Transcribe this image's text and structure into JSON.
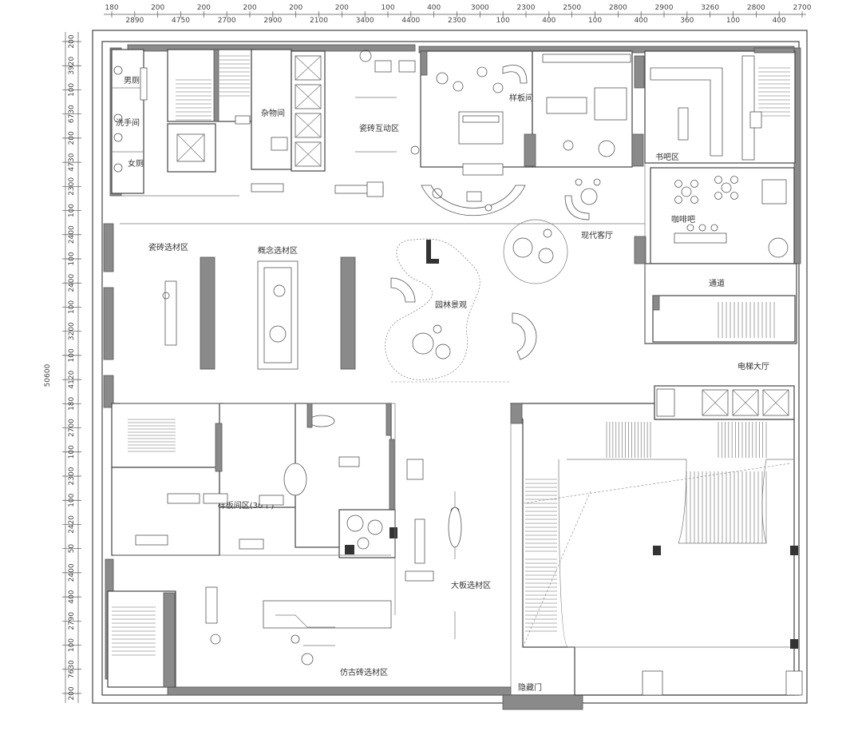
{
  "dimensions": {
    "top_row": [
      "180",
      "2890",
      "200",
      "4750",
      "200",
      "2700",
      "200",
      "2900",
      "200",
      "2100",
      "200",
      "3400",
      "100",
      "4400",
      "400",
      "2300",
      "3000",
      "100",
      "2300",
      "400",
      "2500",
      "100",
      "2800",
      "400",
      "2900",
      "360",
      "3260",
      "100",
      "2800",
      "400",
      "2700"
    ],
    "left_col": [
      "200",
      "3920",
      "100",
      "6730",
      "200",
      "4730",
      "2300",
      "100",
      "2400",
      "100",
      "2400",
      "100",
      "3200",
      "100",
      "4120",
      "180",
      "2700",
      "100",
      "2300",
      "100",
      "2420",
      "50",
      "2400",
      "400",
      "2790",
      "100",
      "7630",
      "200"
    ],
    "overall_height": "50600"
  },
  "rooms": {
    "toilet_m": "男厕",
    "wash": "洗手间",
    "toilet_f": "女厕",
    "storage": "杂物间",
    "ceramic_interactive": "瓷砖互动区",
    "sample_room_top": "样板间区",
    "book_bar": "书吧区",
    "coffee_bar": "咖啡吧",
    "modern_living": "现代客厅",
    "tile_selection": "瓷砖选材区",
    "concept_selection": "概念选材区",
    "garden": "园林景观",
    "corridor": "通道",
    "elevator_hall": "电梯大厅",
    "sample_room_30": "样板间区(30个)",
    "large_slab": "大板选材区",
    "antique_brick": "仿古砖选材区",
    "hidden_door": "隐藏门"
  }
}
